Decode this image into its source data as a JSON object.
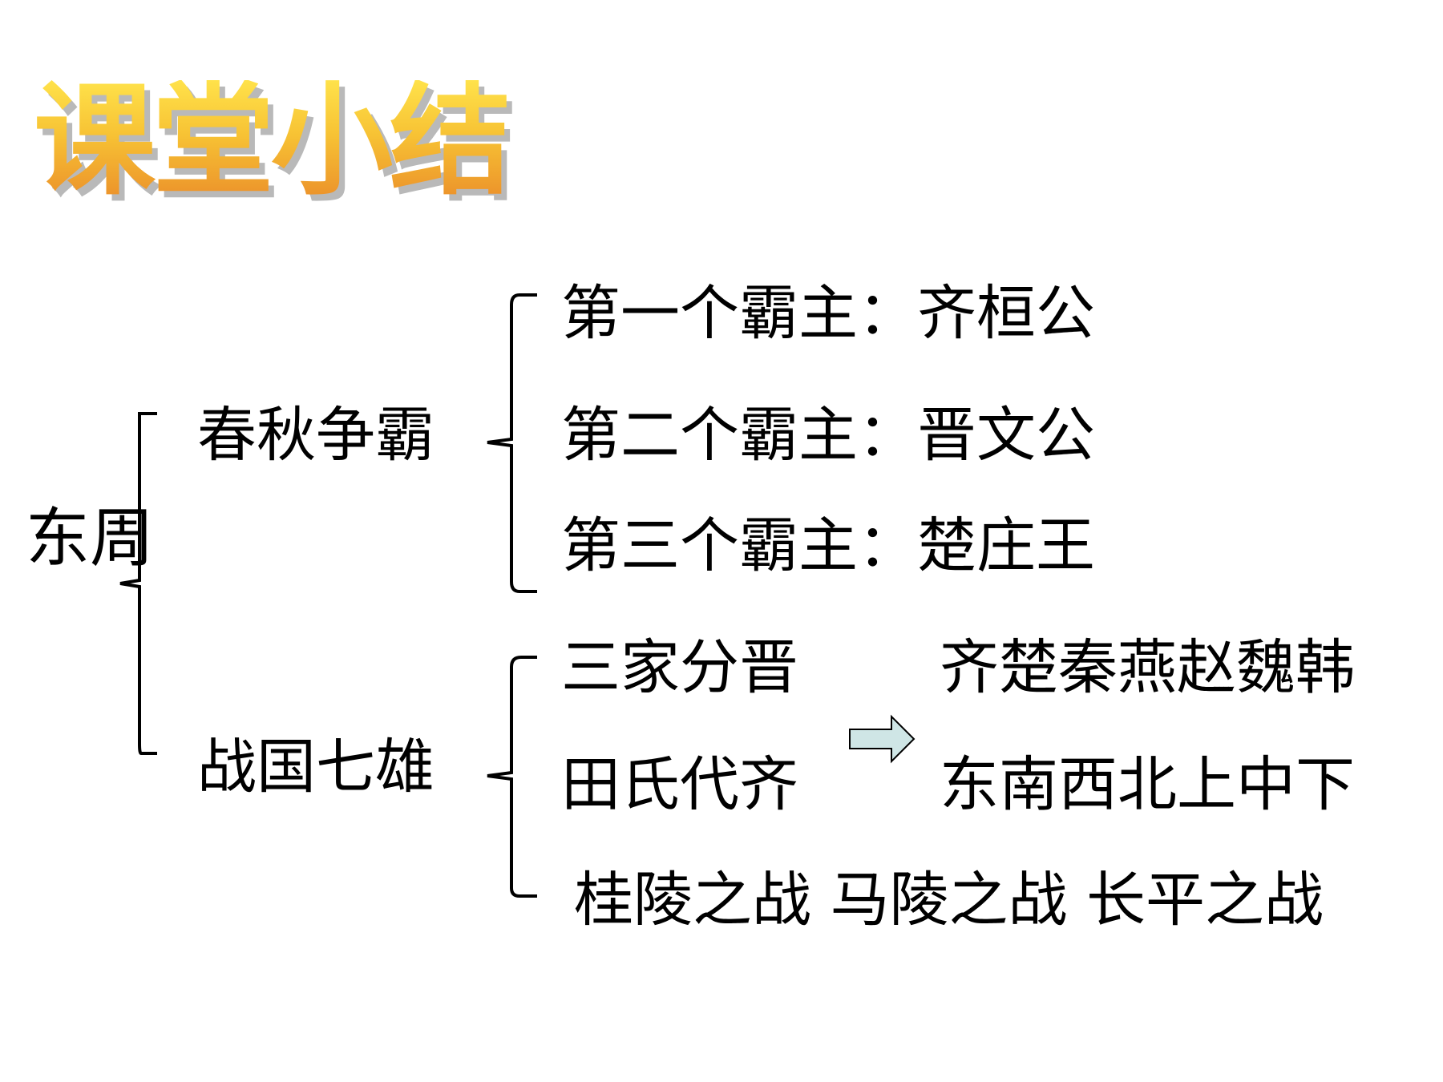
{
  "title": "课堂小结",
  "root": "东周",
  "branches": [
    {
      "label": "春秋争霸",
      "items": [
        "第一个霸主：齐桓公",
        "第二个霸主：晋文公",
        "第三个霸主：楚庄王"
      ]
    },
    {
      "label": "战国七雄",
      "items": [
        "三家分晋",
        "田氏代齐",
        "桂陵之战 马陵之战 长平之战"
      ],
      "states": "齐楚秦燕赵魏韩",
      "mnemonic": "东南西北上中下"
    }
  ],
  "colors": {
    "title_top": "#ffe24a",
    "title_bottom": "#eb8f2a",
    "title_shadow": "#b9b9b9",
    "arrow_fill": "#cfe6e6",
    "line": "#000000"
  }
}
